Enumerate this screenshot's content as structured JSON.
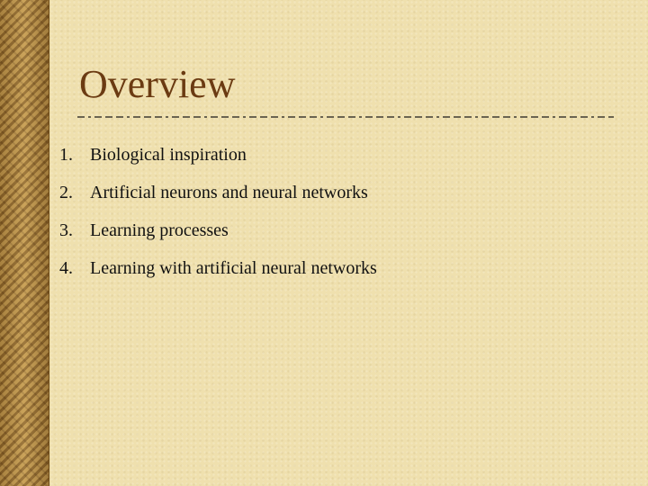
{
  "slide": {
    "title": "Overview",
    "items": [
      {
        "number": "1.",
        "text": "Biological inspiration"
      },
      {
        "number": "2.",
        "text": "Artificial neurons and neural networks"
      },
      {
        "number": "3.",
        "text": "Learning processes"
      },
      {
        "number": "4.",
        "text": "Learning with artificial neural networks"
      }
    ]
  },
  "colors": {
    "background": "#efe0ae",
    "title": "#6b3b12",
    "stripe": "#b98b3e",
    "divider": "#1a1a1a",
    "text": "#111111"
  }
}
